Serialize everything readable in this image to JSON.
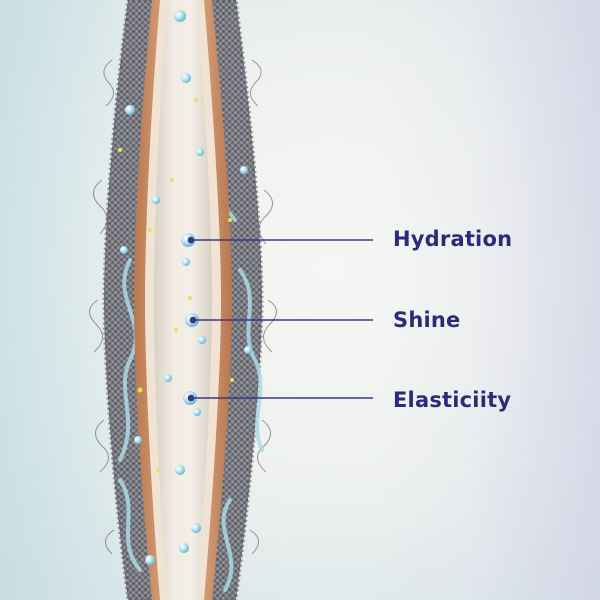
{
  "labels": {
    "hydration": "Hydration",
    "shine": "Shine",
    "elasticity": "Elasticiity"
  },
  "colors": {
    "label_text": "#2e2a7a",
    "callout_line": "#3b3785",
    "cortex": "#ece6dc",
    "cuticle": "#d8a07a",
    "fiber_texture": "#6a6a72",
    "water_droplet": "#8fd0e6",
    "sparkle": "#e6e05a"
  },
  "icons": [
    "water-droplet-icon",
    "sparkle-icon"
  ]
}
